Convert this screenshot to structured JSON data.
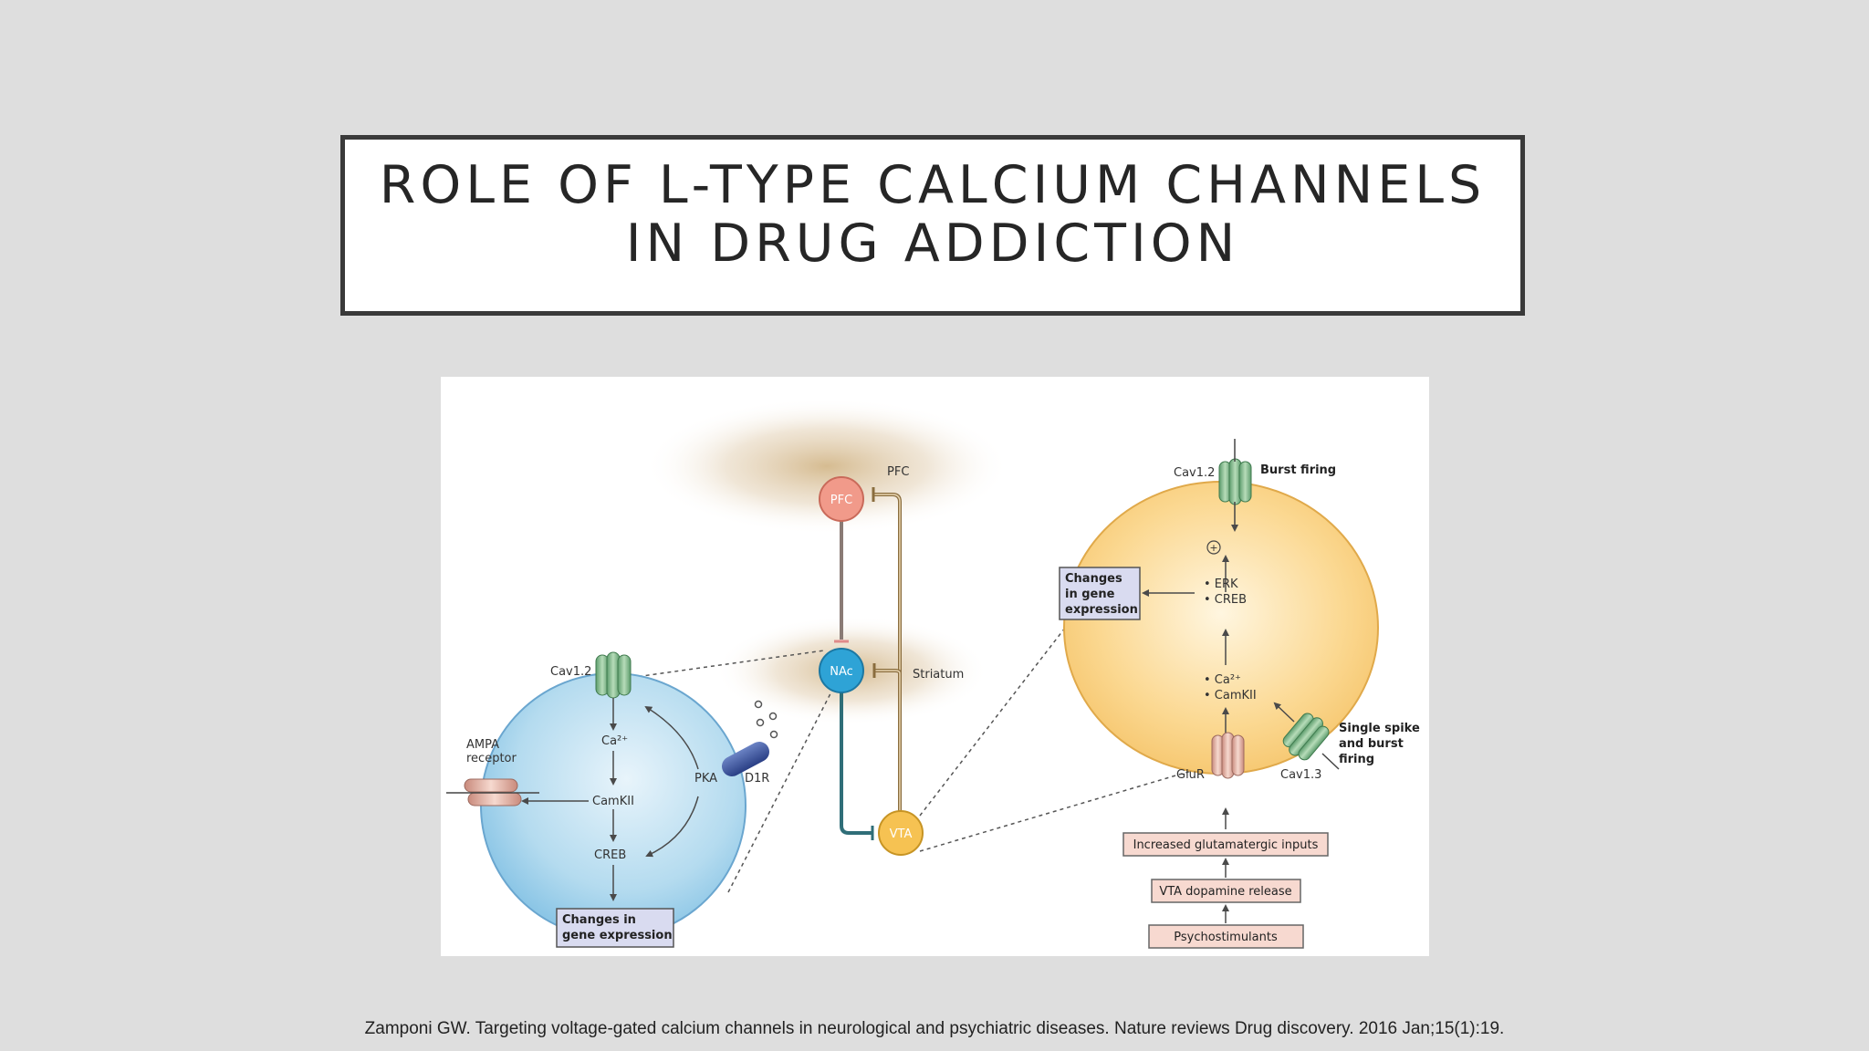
{
  "slide": {
    "title": "ROLE OF L-TYPE CALCIUM CHANNELS IN DRUG ADDICTION",
    "citation": "Zamponi GW. Targeting voltage-gated calcium channels in neurological and psychiatric diseases. Nature reviews Drug discovery. 2016 Jan;15(1):19."
  },
  "figure": {
    "left_cell": {
      "cav12": "Cav1.2",
      "ampa_line1": "AMPA",
      "ampa_line2": "receptor",
      "ca": "Ca²⁺",
      "camkii": "CamKII",
      "creb": "CREB",
      "pka": "PKA",
      "d1r": "D1R",
      "gene_line1": "Changes in",
      "gene_line2": "gene expression"
    },
    "circuit": {
      "pfc_region": "PFC",
      "pfc_node": "PFC",
      "nac_node": "NAc",
      "striatum": "Striatum",
      "vta_node": "VTA"
    },
    "right_cell": {
      "cav12": "Cav1.2",
      "burst": "Burst firing",
      "plus": "+",
      "gene_line1": "Changes",
      "gene_line2": "in gene",
      "gene_line3": "expression",
      "erk": "• ERK",
      "creb": "• CREB",
      "ca": "• Ca²⁺",
      "camkii": "• CamKII",
      "single_line1": "Single spike",
      "single_line2": "and burst",
      "single_line3": "firing",
      "glur": "GluR",
      "cav13": "Cav1.3",
      "box_glutamatergic": "Increased glutamatergic inputs",
      "box_vta": "VTA dopamine release",
      "box_psycho": "Psychostimulants"
    }
  }
}
